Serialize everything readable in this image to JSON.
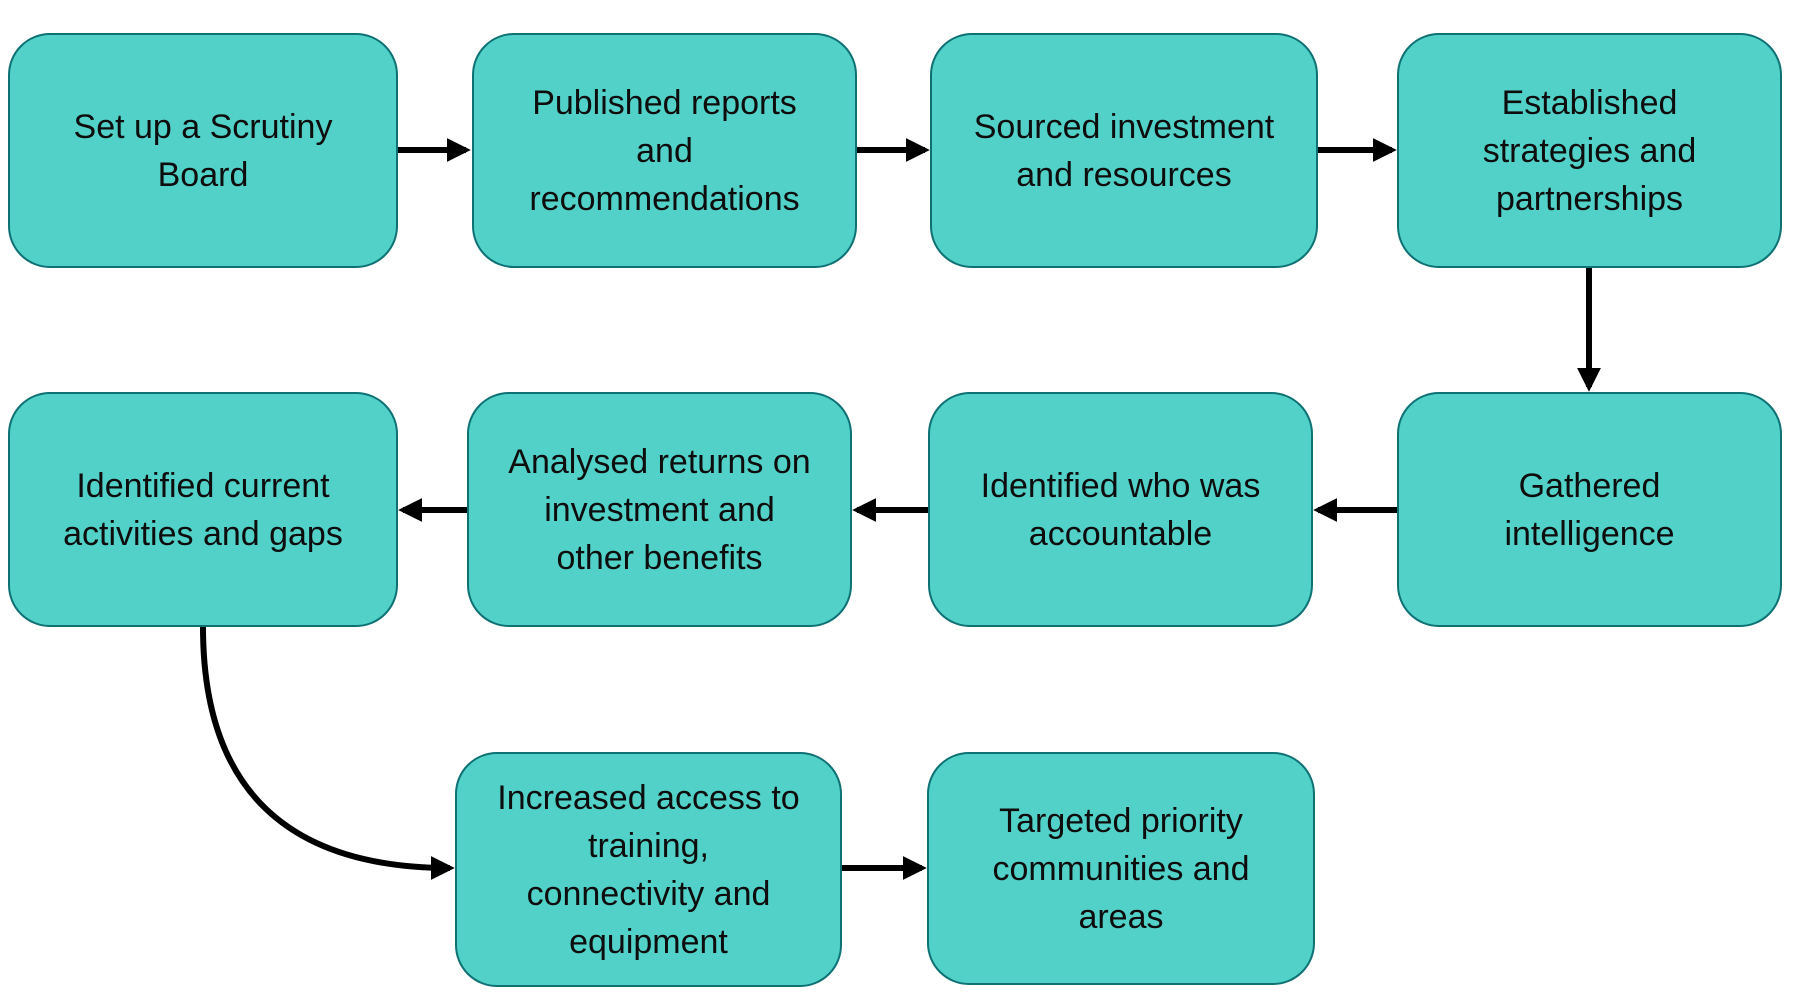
{
  "diagram": {
    "type": "flowchart",
    "nodes": [
      {
        "id": "set-up-scrutiny-board",
        "label": "Set up a Scrutiny\nBoard"
      },
      {
        "id": "published-reports",
        "label": "Published reports\nand\nrecommendations"
      },
      {
        "id": "sourced-investment",
        "label": "Sourced investment\nand resources"
      },
      {
        "id": "established-strategies",
        "label": "Established\nstrategies and\npartnerships"
      },
      {
        "id": "gathered-intelligence",
        "label": "Gathered\nintelligence"
      },
      {
        "id": "identified-accountable",
        "label": "Identified who was\naccountable"
      },
      {
        "id": "analysed-returns",
        "label": "Analysed returns on\ninvestment and\nother benefits"
      },
      {
        "id": "identified-activities",
        "label": "Identified current\nactivities and gaps"
      },
      {
        "id": "increased-access",
        "label": "Increased access to\ntraining,\nconnectivity and\nequipment"
      },
      {
        "id": "targeted-priority",
        "label": "Targeted priority\ncommunities and\nareas"
      }
    ],
    "edges": [
      {
        "from": "set-up-scrutiny-board",
        "to": "published-reports"
      },
      {
        "from": "published-reports",
        "to": "sourced-investment"
      },
      {
        "from": "sourced-investment",
        "to": "established-strategies"
      },
      {
        "from": "established-strategies",
        "to": "gathered-intelligence"
      },
      {
        "from": "gathered-intelligence",
        "to": "identified-accountable"
      },
      {
        "from": "identified-accountable",
        "to": "analysed-returns"
      },
      {
        "from": "analysed-returns",
        "to": "identified-activities"
      },
      {
        "from": "identified-activities",
        "to": "increased-access"
      },
      {
        "from": "increased-access",
        "to": "targeted-priority"
      }
    ],
    "colors": {
      "node_fill": "#52D1C8",
      "node_border": "#0E7173",
      "arrow": "#000000",
      "text": "#0d0d0d",
      "background": "#ffffff"
    }
  }
}
